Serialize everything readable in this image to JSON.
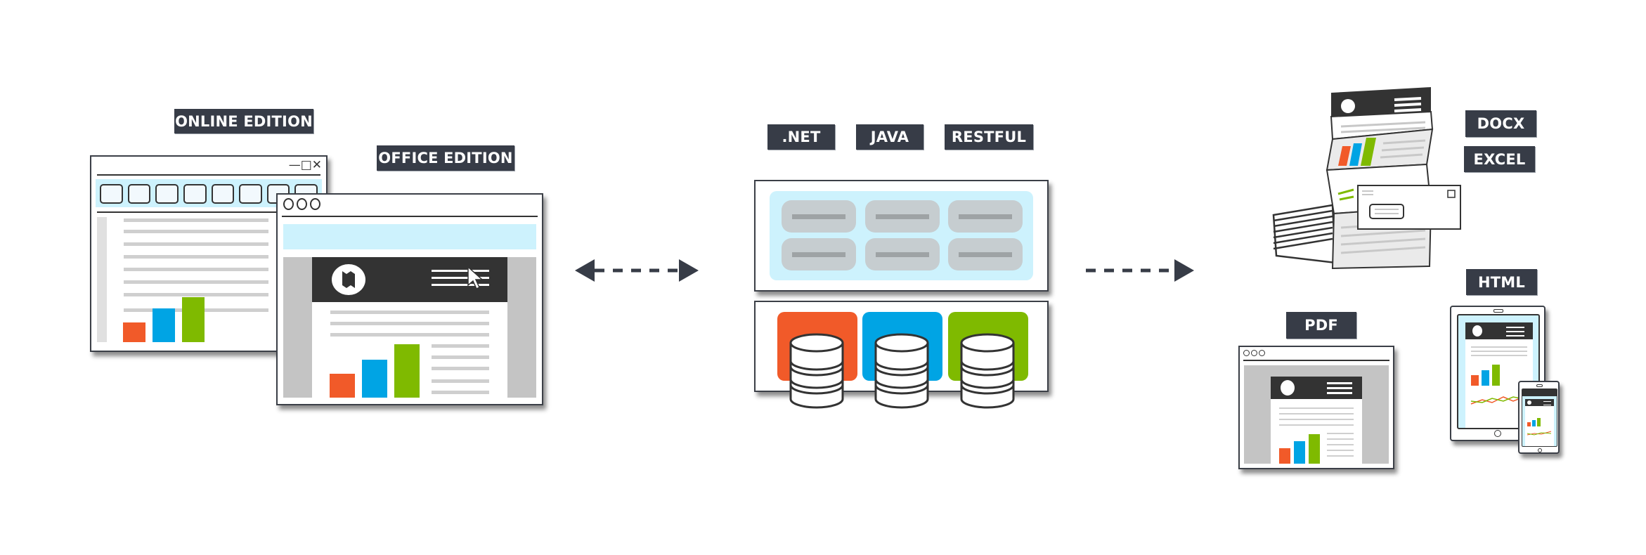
{
  "diagram": {
    "left_group": {
      "online_label": "ONLINE EDITION",
      "office_label": "OFFICE EDITION",
      "online_window_controls": [
        "minimize",
        "maximize",
        "close"
      ],
      "online_toolbar_buttons": 8
    },
    "middle_group": {
      "api_labels": [
        ".NET",
        "JAVA",
        "RESTFUL"
      ],
      "grid_cells": 6,
      "databases": [
        {
          "color": "#f15a29"
        },
        {
          "color": "#00a4e4"
        },
        {
          "color": "#7fba00"
        }
      ]
    },
    "right_group": {
      "docx_label": "DOCX",
      "excel_label": "EXCEL",
      "html_label": "HTML",
      "pdf_label": "PDF"
    },
    "arrows": {
      "left": "bidirectional dashed arrow",
      "right": "dashed arrow right"
    },
    "colors": {
      "label_bg": "#373c47",
      "orange": "#f15a29",
      "blue": "#00a4e4",
      "green": "#7fba00",
      "light_blue": "#cdf2fd",
      "dark_header": "#333333",
      "gray_line": "#cfcfcf"
    }
  }
}
